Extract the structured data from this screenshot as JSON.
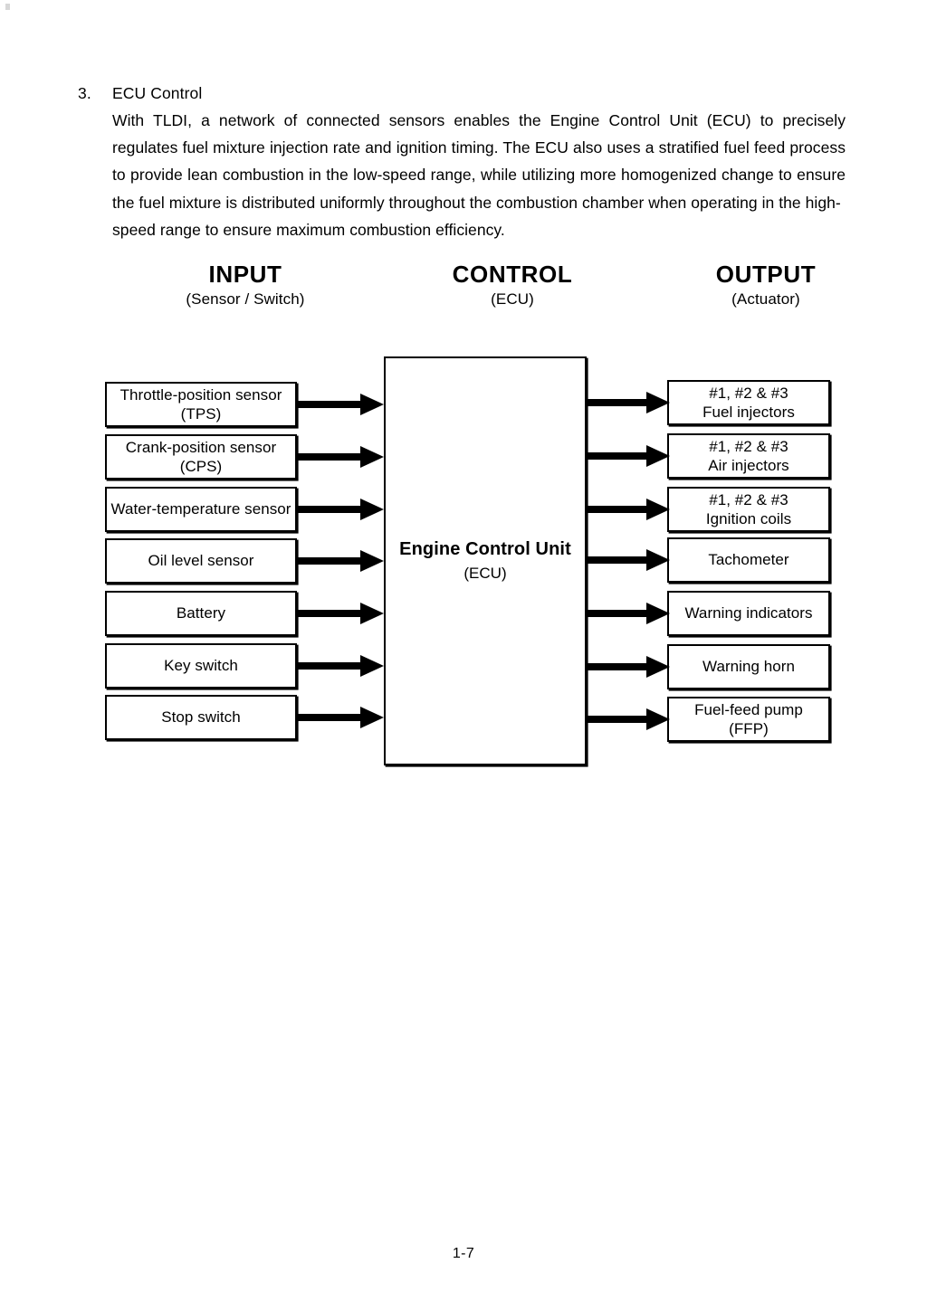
{
  "document": {
    "section_number": "3.",
    "section_title": "ECU Control",
    "paragraph": "With TLDI, a network of connected sensors enables the Engine Control Unit (ECU) to precisely regulates fuel mixture injection rate and ignition timing. The ECU also uses a stratified fuel feed process to provide lean combustion in the low-speed range, while utilizing more homogenized change to ensure the fuel mixture is distributed uniformly throughout the combustion chamber when operating in the high-",
    "paragraph_last_line": "speed range to ensure maximum combustion efficiency.",
    "page_number": "1-7"
  },
  "diagram": {
    "columns": [
      {
        "title": "INPUT",
        "subtitle": "(Sensor / Switch)"
      },
      {
        "title": "CONTROL",
        "subtitle": "(ECU)"
      },
      {
        "title": "OUTPUT",
        "subtitle": "(Actuator)"
      }
    ],
    "control": {
      "title": "Engine Control Unit",
      "subtitle": "(ECU)"
    },
    "inputs": [
      {
        "line1": "Throttle-position sensor",
        "line2": "(TPS)"
      },
      {
        "line1": "Crank-position sensor",
        "line2": "(CPS)"
      },
      {
        "line1": "Water-temperature sensor",
        "line2": ""
      },
      {
        "line1": "Oil level sensor",
        "line2": ""
      },
      {
        "line1": "Battery",
        "line2": ""
      },
      {
        "line1": "Key switch",
        "line2": ""
      },
      {
        "line1": "Stop switch",
        "line2": ""
      }
    ],
    "outputs": [
      {
        "line1": "#1, #2 & #3",
        "line2": "Fuel injectors"
      },
      {
        "line1": "#1, #2 & #3",
        "line2": "Air injectors"
      },
      {
        "line1": "#1, #2 & #3",
        "line2": "Ignition coils"
      },
      {
        "line1": "Tachometer",
        "line2": ""
      },
      {
        "line1": "Warning indicators",
        "line2": ""
      },
      {
        "line1": "Warning horn",
        "line2": ""
      },
      {
        "line1": "Fuel-feed pump",
        "line2": "(FFP)"
      }
    ],
    "colors": {
      "ink": "#000000",
      "paper": "#ffffff"
    }
  }
}
